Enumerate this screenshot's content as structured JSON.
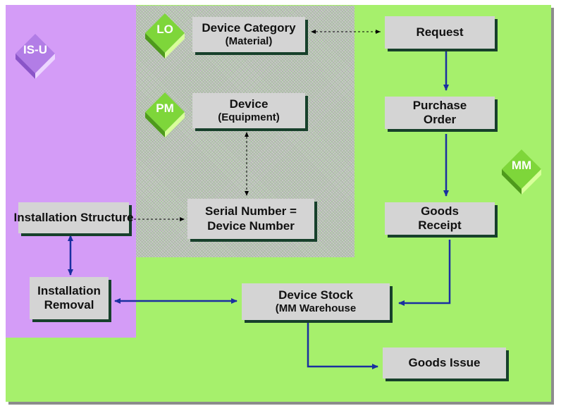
{
  "colors": {
    "module_mm_bg": "#a6f06c",
    "module_isu_bg": "#d49cf7",
    "box_fill": "#d4d4d4",
    "arrow_solid": "#1a2fa0",
    "arrow_dotted": "#000000"
  },
  "badges": {
    "isu": "IS-U",
    "lo": "LO",
    "pm": "PM",
    "mm": "MM"
  },
  "nodes": {
    "device_category": {
      "line1": "Device Category",
      "line2": "(Material)"
    },
    "device": {
      "line1": "Device",
      "line2": "(Equipment)"
    },
    "serial_number": {
      "line1": "Serial Number =",
      "line2": "Device Number"
    },
    "installation_structure": {
      "line1": "Installation  Structure"
    },
    "installation_removal": {
      "line1": "Installation",
      "line2": "Removal"
    },
    "request": {
      "line1": "Request"
    },
    "purchase_order": {
      "line1": "Purchase",
      "line2": "Order"
    },
    "goods_receipt": {
      "line1": "Goods",
      "line2": "Receipt"
    },
    "device_stock": {
      "line1": "Device Stock",
      "line2": "(MM Warehouse"
    },
    "goods_issue": {
      "line1": "Goods Issue"
    }
  }
}
